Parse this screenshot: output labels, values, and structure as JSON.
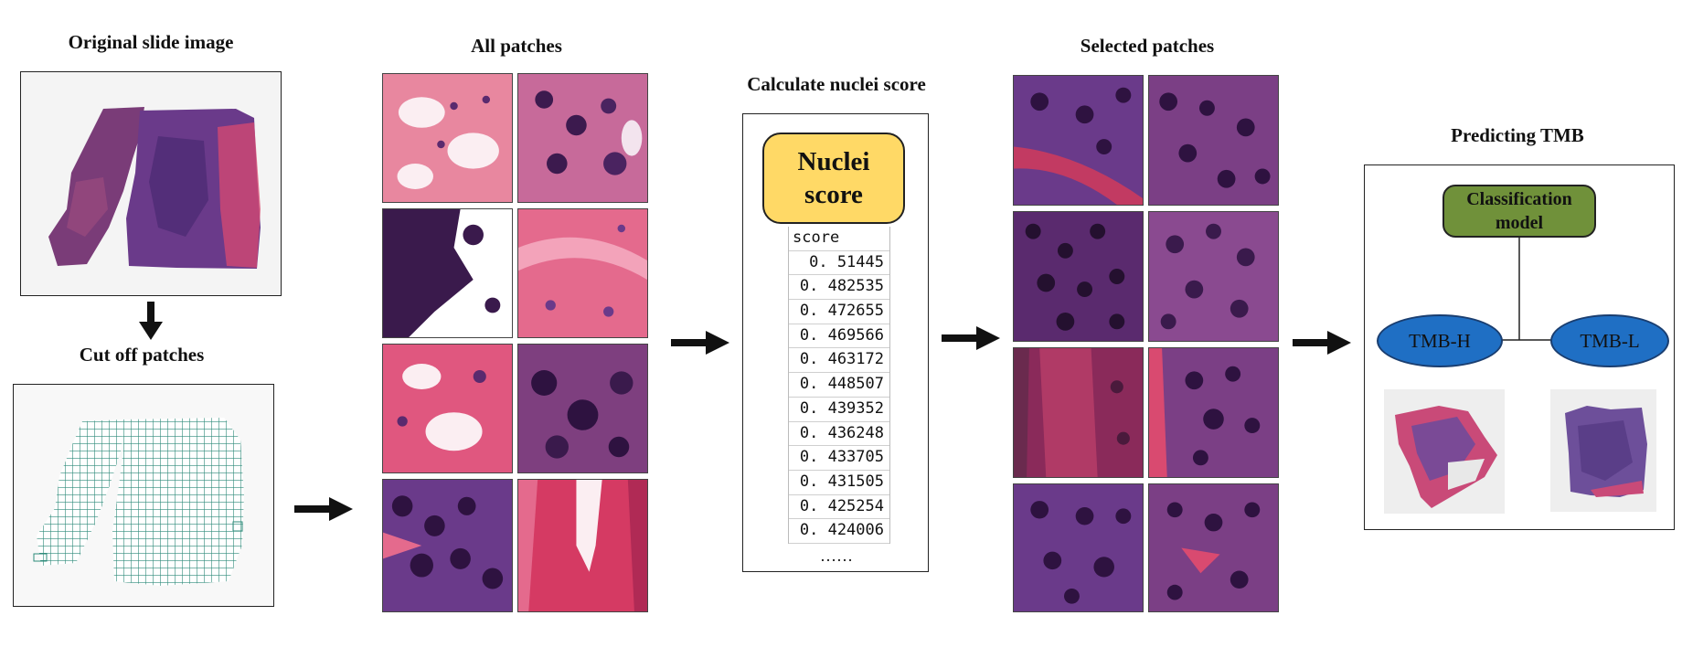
{
  "titles": {
    "original": "Original slide image",
    "cut": "Cut off patches",
    "all": "All patches",
    "calc": "Calculate nuclei score",
    "selected": "Selected patches",
    "predict": "Predicting TMB"
  },
  "nuclei_box": {
    "line1": "Nuclei",
    "line2": "score"
  },
  "score_table": {
    "header": "score",
    "values": [
      "0. 51445",
      "0. 482535",
      "0. 472655",
      "0. 469566",
      "0. 463172",
      "0. 448507",
      "0. 439352",
      "0. 436248",
      "0. 433705",
      "0. 431505",
      "0. 425254",
      "0. 424006"
    ],
    "ellipsis": "……"
  },
  "classification": {
    "line1": "Classification",
    "line2": "model"
  },
  "labels": {
    "high": "TMB-H",
    "low": "TMB-L"
  },
  "colors": {
    "nuclei_fill": "#ffd966",
    "classification_fill": "#70913a",
    "ellipse_fill": "#1f6fc4",
    "tissue_purple": "#5a2a6e",
    "tissue_pink": "#e0577f",
    "grid_teal": "#2e8b7a"
  }
}
